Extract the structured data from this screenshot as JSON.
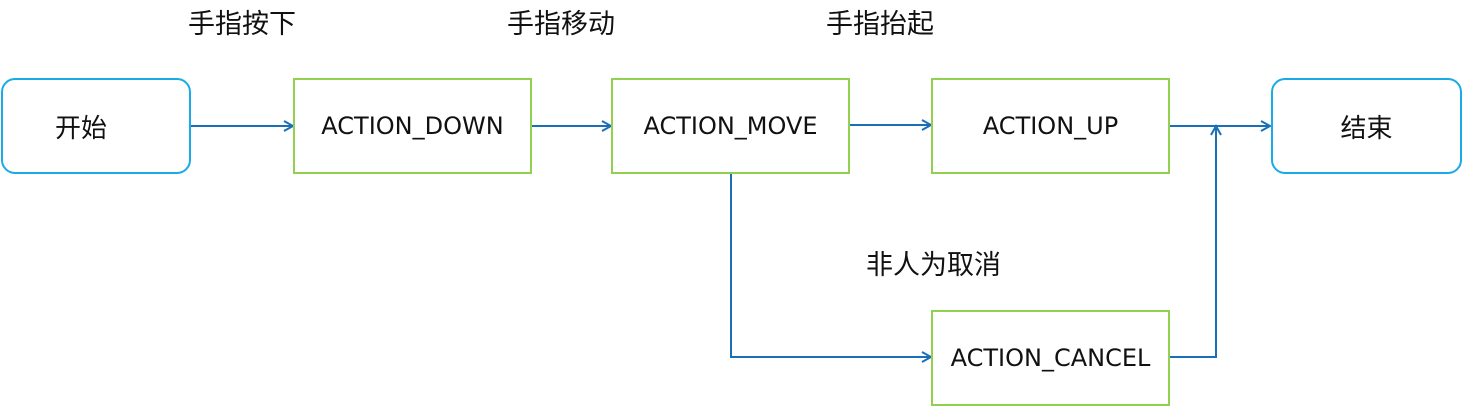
{
  "nodes": {
    "start": "开始",
    "down": "ACTION_DOWN",
    "move": "ACTION_MOVE",
    "up": "ACTION_UP",
    "cancel": "ACTION_CANCEL",
    "end": "结束"
  },
  "captions": {
    "press": "手指按下",
    "move": "手指移动",
    "lift": "手指抬起",
    "cancel": "非人为取消"
  },
  "colors": {
    "terminal_border": "#1aabe6",
    "process_border": "#92d050",
    "arrow": "#1a6fb8"
  }
}
